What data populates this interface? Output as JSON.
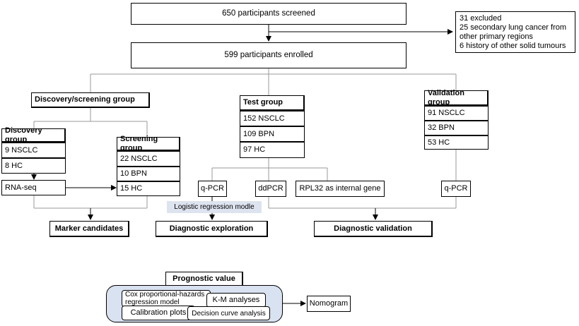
{
  "screened": "650 participants screened",
  "excluded": {
    "lines": [
      "31 excluded",
      "25 secondary lung cancer from",
      "other primary regions",
      "6 history of other solid tumours"
    ]
  },
  "enrolled": "599 participants enrolled",
  "discovery_screening": {
    "title": "Discovery/screening group"
  },
  "discovery": {
    "title": "Discovery group",
    "items": [
      "9 NSCLC",
      "8 HC"
    ]
  },
  "screening": {
    "title": "Screening group",
    "items": [
      "22 NSCLC",
      "10 BPN",
      "15 HC"
    ]
  },
  "test": {
    "title": "Test group",
    "items": [
      "152 NSCLC",
      "109 BPN",
      "97 HC"
    ]
  },
  "validation": {
    "title": "Validation group",
    "items": [
      "91 NSCLC",
      "32 BPN",
      "53 HC"
    ]
  },
  "rnaseq": "RNA-seq",
  "qpcr_test": "q-PCR",
  "ddpcr": "ddPCR",
  "rpl32": "RPL32 as internal gene",
  "qpcr_validation": "q-PCR",
  "logistic_label": "Logistic regression modle",
  "marker_candidates": "Marker candidates",
  "diagnostic_exploration": "Diagnostic exploration",
  "diagnostic_validation": "Diagnostic validation",
  "prognostic": {
    "title": "Prognostic value",
    "cox": "Cox proportional-hazards regression model",
    "km": "K-M analyses",
    "calibration": "Calibration plots",
    "dca": "Decision curve analysis",
    "nomogram": "Nomogram"
  },
  "colors": {
    "panel_fill": "#d9e2f1",
    "label_fill": "#dde3ef",
    "line_gray": "#999999"
  }
}
